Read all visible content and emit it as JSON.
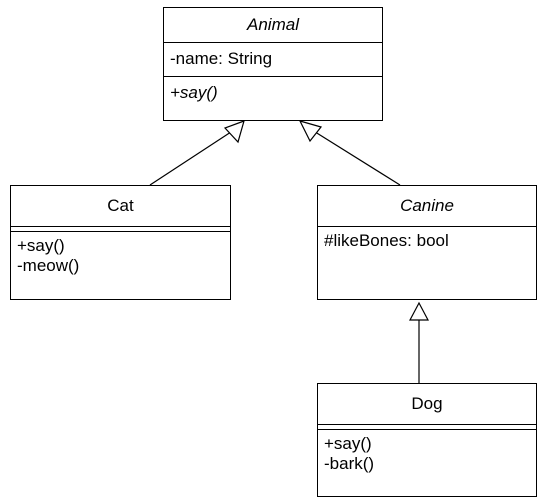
{
  "classes": {
    "animal": {
      "name": "Animal",
      "attributes": [
        "-name: String"
      ],
      "operations": [
        "+say()"
      ]
    },
    "cat": {
      "name": "Cat",
      "attributes": [],
      "operations": [
        "+say()",
        "-meow()"
      ]
    },
    "canine": {
      "name": "Canine",
      "attributes": [
        "#likeBones: bool"
      ],
      "operations": []
    },
    "dog": {
      "name": "Dog",
      "attributes": [],
      "operations": [
        "+say()",
        "-bark()"
      ]
    }
  },
  "relationships": [
    {
      "type": "generalization",
      "from": "Cat",
      "to": "Animal"
    },
    {
      "type": "generalization",
      "from": "Canine",
      "to": "Animal"
    },
    {
      "type": "generalization",
      "from": "Dog",
      "to": "Canine"
    }
  ]
}
